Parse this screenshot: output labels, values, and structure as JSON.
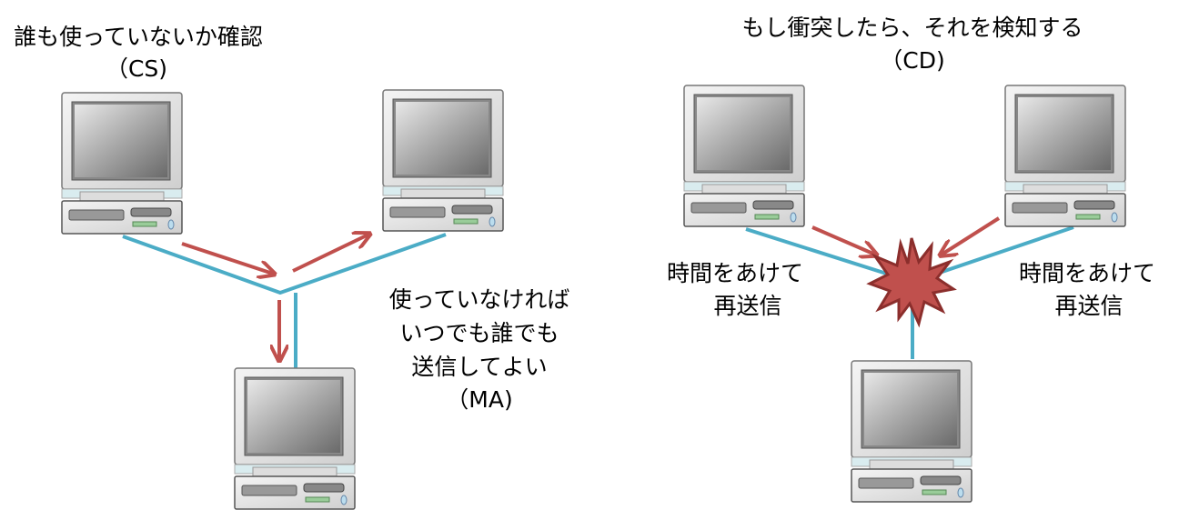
{
  "left_panel": {
    "title": "誰も使っていないか確認",
    "title_abbr": "（CS)",
    "note_lines": [
      "使っていなければ",
      "いつでも誰でも",
      "送信してよい"
    ],
    "note_abbr": "（MA)"
  },
  "right_panel": {
    "title": "もし衝突したら、それを検知する",
    "title_abbr": "（CD)",
    "left_note": [
      "時間をあけて",
      "再送信"
    ],
    "right_note": [
      "時間をあけて",
      "再送信"
    ]
  },
  "colors": {
    "cable": "#4bacc6",
    "arrow": "#c0504d",
    "collision": "#c0504d"
  },
  "icons": [
    "computer-icon",
    "collision-burst-icon",
    "arrow-icon"
  ]
}
